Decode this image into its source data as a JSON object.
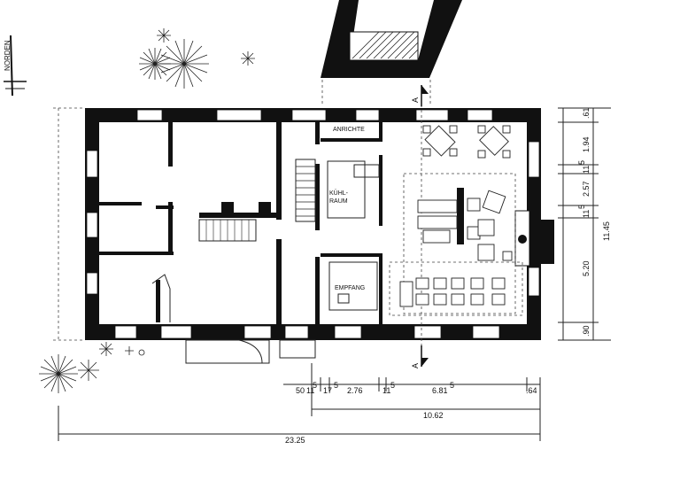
{
  "labels": {
    "north": "NORDEN",
    "anrichte": "ANRICHTE",
    "kuehl_1": "KÜHL-",
    "kuehl_2": "RAUM",
    "empfang": "EMPFANG",
    "section_top": "A",
    "section_bottom": "A"
  },
  "dimensions": {
    "bottom_row1": [
      "50",
      "11",
      "5",
      "17",
      "5",
      "2.76",
      "11",
      "5",
      "6.81",
      "5",
      ".64"
    ],
    "bottom_row2": "10.62",
    "bottom_row3": "23.25",
    "right_col1": [
      ".61",
      "1.94",
      "5",
      "11",
      "2.57",
      "5",
      "11",
      "5.20",
      ".90"
    ],
    "right_total": "11.45"
  }
}
